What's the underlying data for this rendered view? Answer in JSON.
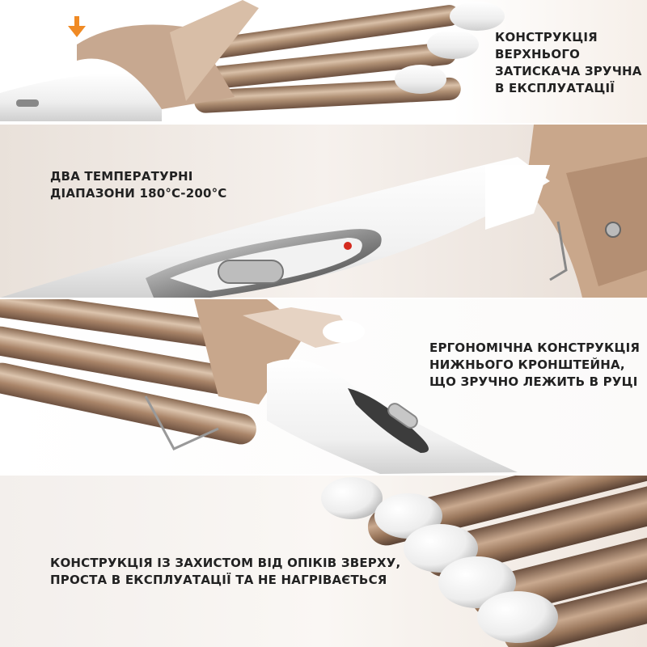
{
  "panels": [
    {
      "caption": [
        "КОНСТРУКЦІЯ",
        "ВЕРХНЬОГО",
        "ЗАТИСКАЧА ЗРУЧНА",
        "В ЕКСПЛУАТАЦІЇ"
      ]
    },
    {
      "caption": [
        "ДВА ТЕМПЕРАТУРНІ",
        "ДІАПАЗОНИ 180°С-200°С"
      ]
    },
    {
      "caption": [
        "ЕРГОНОМІЧНА КОНСТРУКЦІЯ",
        "НИЖНЬОГО КРОНШТЕЙНА,",
        "ЩО ЗРУЧНО ЛЕЖИТЬ В РУЦІ"
      ]
    },
    {
      "caption": [
        "КОНСТРУКЦІЯ ІЗ ЗАХИСТОМ ВІД ОПІКІВ ЗВЕРХУ,",
        "ПРОСТА В ЕКСПЛУАТАЦІЇ ТА НЕ НАГРІВАЄТЬСЯ"
      ]
    }
  ],
  "colors": {
    "barrel": "#a9876b",
    "barrel_highlight": "#d9c0a8",
    "body": "#f4f4f4",
    "arrow": "#f08a24",
    "indicator": "#d42a1e"
  },
  "icons": [
    "down-arrow-icon",
    "indicator-light-icon",
    "switch-icon"
  ]
}
